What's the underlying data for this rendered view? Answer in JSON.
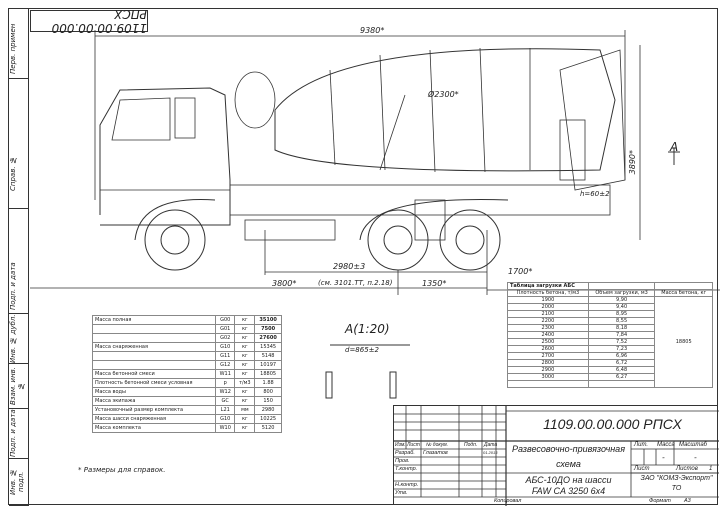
{
  "drawing_number": "1109.00.00.000 РПСХ",
  "side_stamps": [
    "Перв. примен",
    "Справ. №",
    "Подп. и дата",
    "Инв. № дубл.",
    "Взам. инв. №",
    "Подп. и дата",
    "Инв. № подл."
  ],
  "dimensions": {
    "length": "9380*",
    "drum_diameter": "Ø2300*",
    "height": "3890*",
    "wheelbase": "2980±3",
    "wheelbase_note": "(см. 3101.ТТ, п.2.18)",
    "front": "3800*",
    "rear_axle": "1350*",
    "rear_overhang": "1700*",
    "h": "h=60±2",
    "view_label": "A",
    "view_title": "A(1:20)",
    "d": "d=865±2"
  },
  "mass_table": [
    [
      "Масса полная",
      "G00",
      "кг",
      "35100"
    ],
    [
      "",
      "G01",
      "кг",
      "7500"
    ],
    [
      "",
      "G02",
      "кг",
      "27600"
    ],
    [
      "Масса снаряженная",
      "G10",
      "кг",
      "15345"
    ],
    [
      "",
      "G11",
      "кг",
      "5148"
    ],
    [
      "",
      "G12",
      "кг",
      "10197"
    ],
    [
      "Масса бетонной смеси",
      "W11",
      "кг",
      "18805"
    ],
    [
      "Плотность бетонной смеси условная",
      "p",
      "т/м3",
      "1.88"
    ],
    [
      "Масса воды",
      "W12",
      "кг",
      "800"
    ],
    [
      "Масса экипажа",
      "GC",
      "кг",
      "150"
    ],
    [
      "Установочный размер комплекта",
      "L21",
      "мм",
      "2980"
    ],
    [
      "Масса шасси снаряженная",
      "G10",
      "кг",
      "10225"
    ],
    [
      "Масса комплекта",
      "W10",
      "кг",
      "5120"
    ]
  ],
  "load_table": {
    "title": "Таблица загрузки АБС",
    "headers": [
      "Плотность бетона, т/м3",
      "Объем загрузки, м3",
      "Масса бетона, кг"
    ],
    "rows": [
      [
        "1900",
        "9,90"
      ],
      [
        "2000",
        "9,40"
      ],
      [
        "2100",
        "8,95"
      ],
      [
        "2200",
        "8,55"
      ],
      [
        "2300",
        "8,18"
      ],
      [
        "2400",
        "7,84"
      ],
      [
        "2500",
        "7,52"
      ],
      [
        "2600",
        "7,23"
      ],
      [
        "2700",
        "6,96"
      ],
      [
        "2800",
        "6,72"
      ],
      [
        "2900",
        "6,48"
      ],
      [
        "3000",
        "6,27"
      ]
    ],
    "mass": "18805"
  },
  "note": "* Размеры для справок.",
  "title_block": {
    "number": "1109.00.00.000 РПСХ",
    "name1": "Развесовочно-привязочная",
    "name2": "схема",
    "product1": "АБС-10ДО на шасси",
    "product2": "FAW CA 3250 6x4",
    "lit": "Лит.",
    "massa": "Масса",
    "masshtab": "Масштаб",
    "mass_val": "-",
    "scale_val": "-",
    "list": "Лист",
    "listov": "Листов",
    "listov_val": "1",
    "company": "ЗАО \"КОМЗ-Экспорт\"",
    "dept": "ТО",
    "roles": [
      "Изм.",
      "Лист",
      "№ докум.",
      "Подп.",
      "Дата"
    ],
    "rows": [
      "Разраб.",
      "Пров.",
      "Т.контр.",
      "",
      "Н.контр.",
      "Утв."
    ],
    "developer": "Глазатов",
    "date": "01.2013",
    "copied": "Копировал",
    "format": "Формат",
    "format_val": "А3"
  }
}
